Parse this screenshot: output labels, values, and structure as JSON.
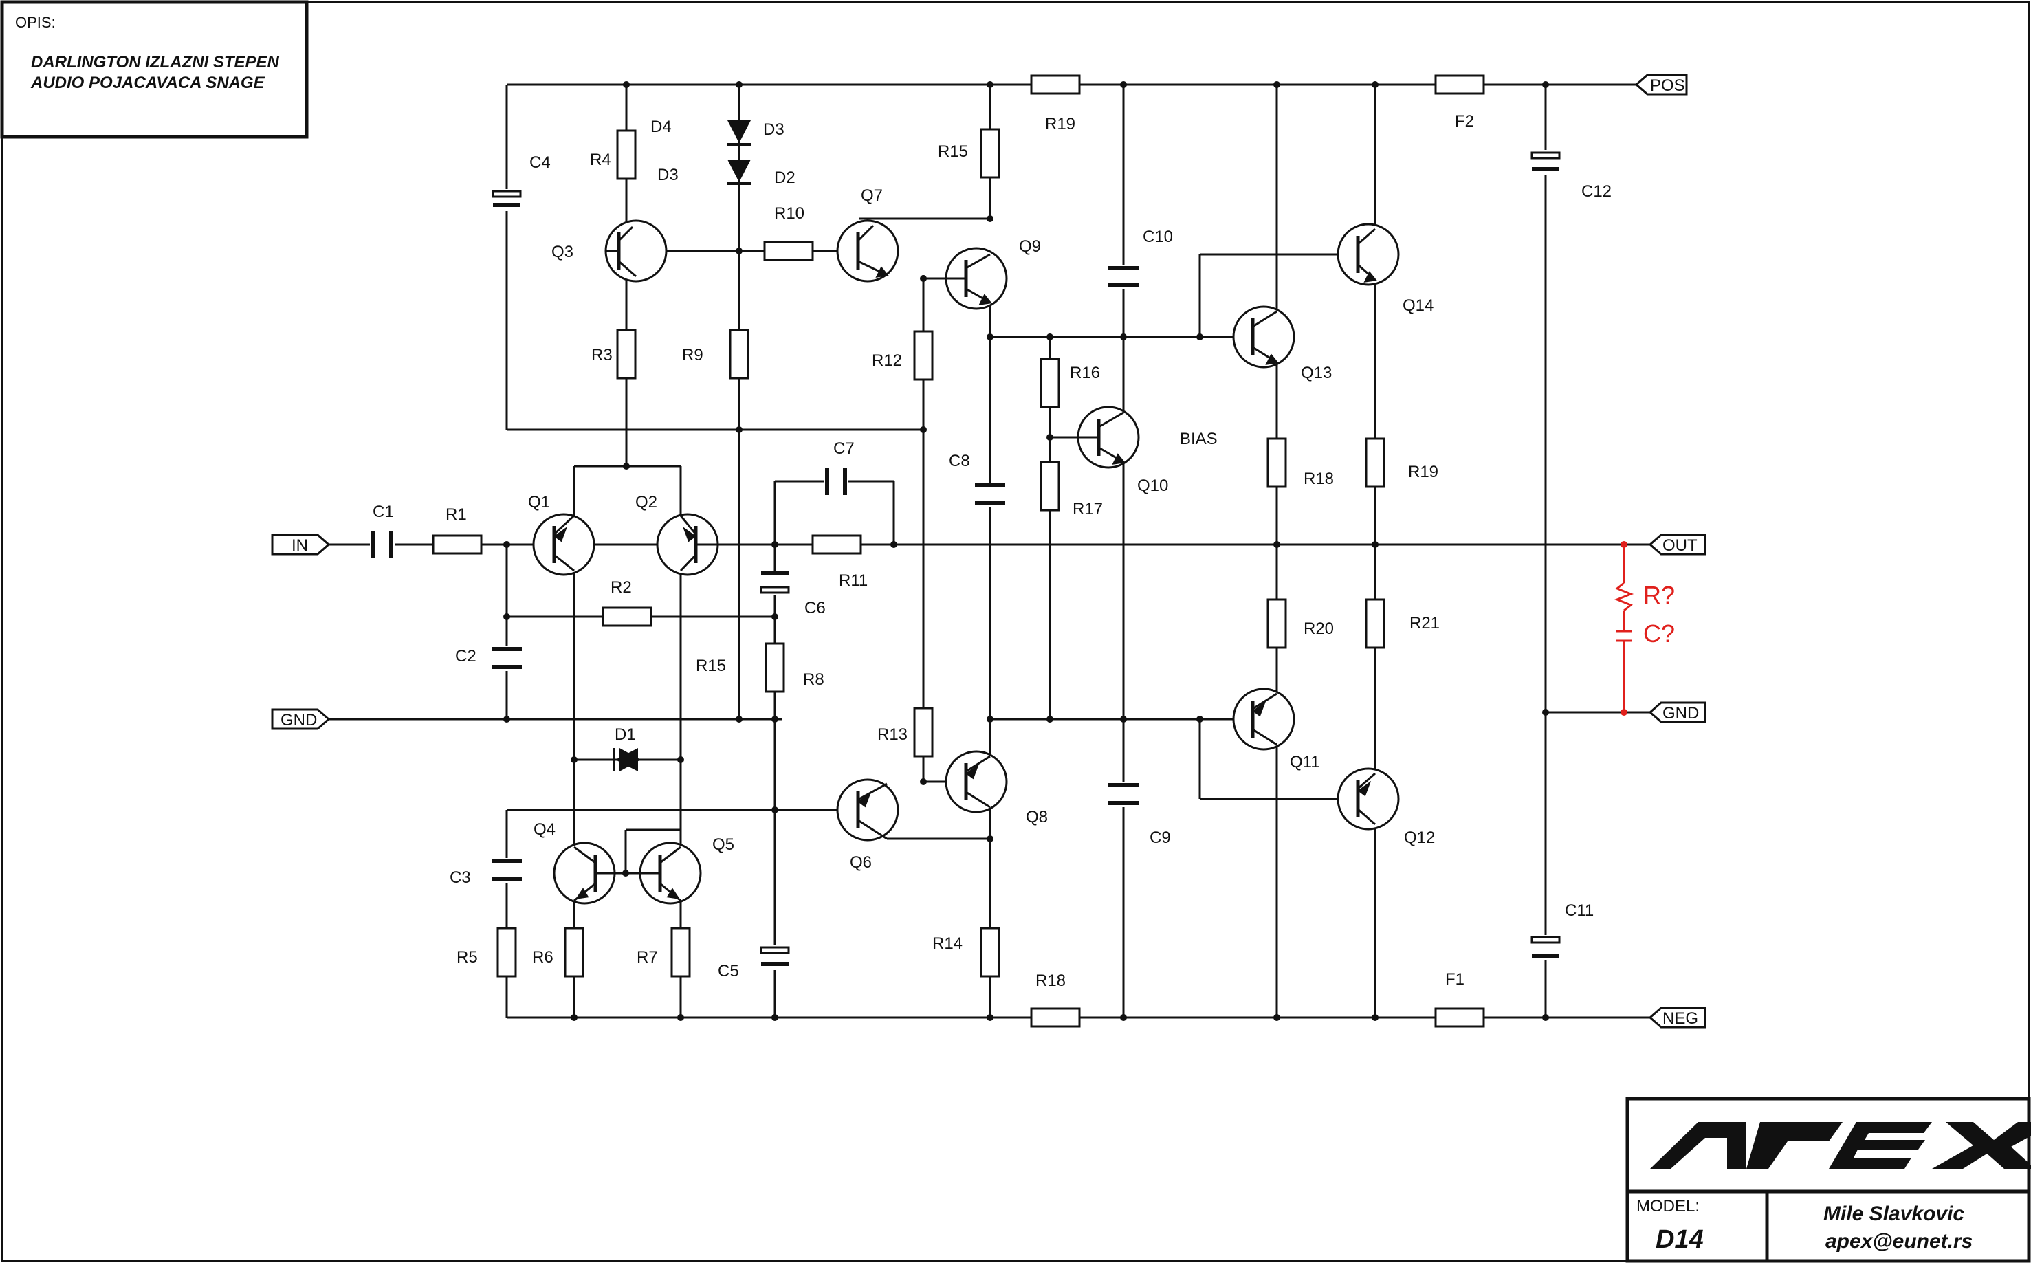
{
  "title_block": {
    "opis_label": "OPIS:",
    "title_line1": "DARLINGTON IZLAZNI STEPEN",
    "title_line2": "AUDIO POJACAVACA SNAGE"
  },
  "logo": {
    "text": "APEX"
  },
  "info_block": {
    "model_label": "MODEL:",
    "model_value": "D14",
    "author": "Mile Slavkovic",
    "email": "apex@eunet.rs"
  },
  "ports": {
    "in": "IN",
    "gnd_left": "GND",
    "pos": "POS",
    "out": "OUT",
    "gnd_right": "GND",
    "neg": "NEG"
  },
  "labels": {
    "C1": "C1",
    "C2": "C2",
    "C3": "C3",
    "C4": "C4",
    "C5": "C5",
    "C6": "C6",
    "C7": "C7",
    "C8": "C8",
    "C9": "C9",
    "C10": "C10",
    "C11": "C11",
    "C12": "C12",
    "R1": "R1",
    "R2": "R2",
    "R3": "R3",
    "R4": "R4",
    "R5": "R5",
    "R6": "R6",
    "R7": "R7",
    "R8": "R8",
    "R9": "R9",
    "R10": "R10",
    "R11": "R11",
    "R12": "R12",
    "R13": "R13",
    "R14": "R14",
    "R15_top": "R15",
    "R15_mid": "R15",
    "R16": "R16",
    "R17": "R17",
    "R18_top": "R18",
    "R18_bot": "R18",
    "R19_top": "R19",
    "R19_right": "R19",
    "R20": "R20",
    "R21": "R21",
    "Q1": "Q1",
    "Q2": "Q2",
    "Q3": "Q3",
    "Q4": "Q4",
    "Q5": "Q5",
    "Q6": "Q6",
    "Q7": "Q7",
    "Q8": "Q8",
    "Q9": "Q9",
    "Q10": "Q10",
    "Q11": "Q11",
    "Q12": "Q12",
    "Q13": "Q13",
    "Q14": "Q14",
    "D1": "D1",
    "D2": "D2",
    "D3a": "D3",
    "D3b": "D3",
    "D4": "D4",
    "F1": "F1",
    "F2": "F2",
    "BIAS": "BIAS"
  },
  "annotations": {
    "r_note": "R?",
    "c_note": "C?"
  },
  "colors": {
    "ink": "#111111",
    "annotation_red": "#e0201c",
    "paper": "#ffffff"
  }
}
